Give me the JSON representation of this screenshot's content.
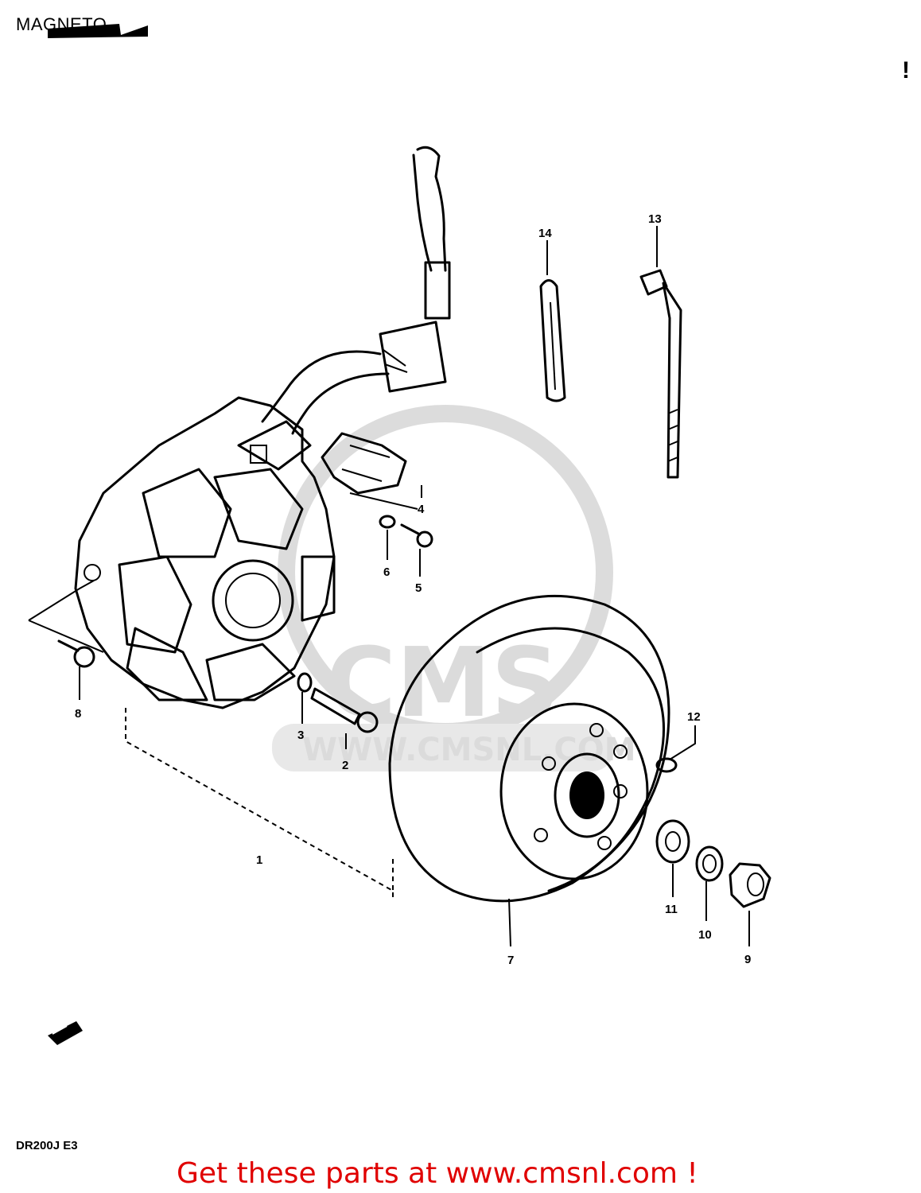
{
  "header": {
    "title": "MAGNETO"
  },
  "footer": {
    "model_code": "DR200J E3",
    "cta_text": "Get these parts at www.cmsnl.com !"
  },
  "watermark": {
    "brand": "CMS",
    "url": "WWW.CMSNL.COM"
  },
  "callouts": [
    {
      "number": "1",
      "part": "stator-assembly"
    },
    {
      "number": "2",
      "part": "stator-screw"
    },
    {
      "number": "3",
      "part": "stator-washer"
    },
    {
      "number": "4",
      "part": "pickup-coil"
    },
    {
      "number": "5",
      "part": "pickup-screw"
    },
    {
      "number": "6",
      "part": "pickup-washer"
    },
    {
      "number": "7",
      "part": "rotor-flywheel"
    },
    {
      "number": "8",
      "part": "base-screw"
    },
    {
      "number": "9",
      "part": "rotor-nut"
    },
    {
      "number": "10",
      "part": "spring-washer"
    },
    {
      "number": "11",
      "part": "washer"
    },
    {
      "number": "12",
      "part": "woodruff-key"
    },
    {
      "number": "13",
      "part": "clamp-bolt"
    },
    {
      "number": "14",
      "part": "wire-clamp"
    }
  ],
  "colors": {
    "cta": "#e00000",
    "ink": "#000000",
    "watermark": "#d8d8d8"
  }
}
